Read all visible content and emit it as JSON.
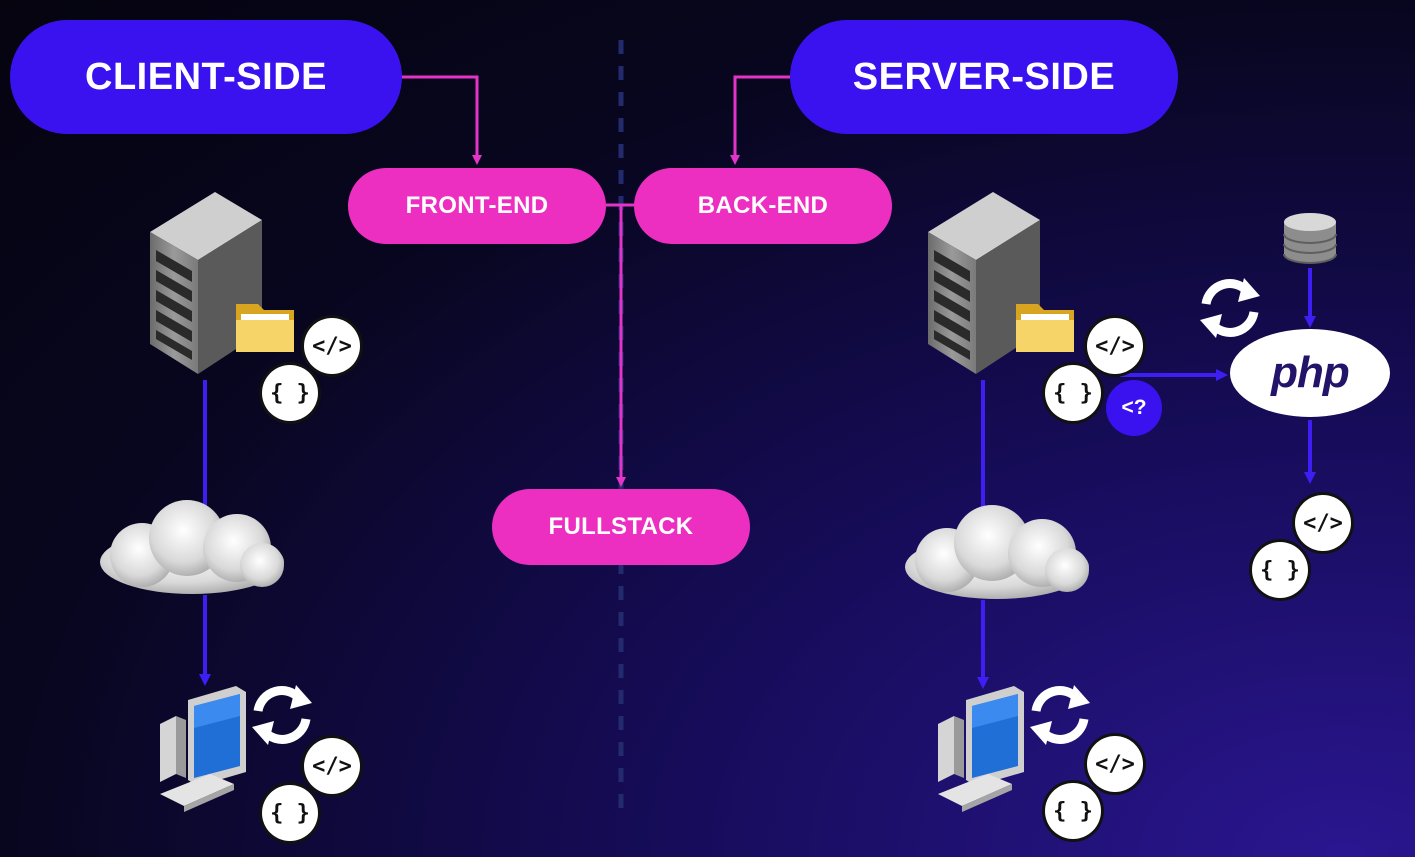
{
  "labels": {
    "client_side": "CLIENT-SIDE",
    "server_side": "SERVER-SIDE",
    "front_end": "FRONT-END",
    "back_end": "BACK-END",
    "fullstack": "FULLSTACK"
  },
  "code_glyphs": {
    "tag": "</>",
    "braces": "{ }",
    "php_open": "<?"
  },
  "php_logo_text": "php",
  "colors": {
    "primary_blue": "#3a12f0",
    "pink": "#ec2fc1",
    "arrow_blue": "#3d1ff5",
    "arrow_pink": "#e234c8",
    "divider": "#232a6e"
  },
  "icons": [
    "server-icon",
    "folder-icon",
    "cloud-icon",
    "computer-icon",
    "refresh-icon",
    "database-icon",
    "php-logo"
  ]
}
